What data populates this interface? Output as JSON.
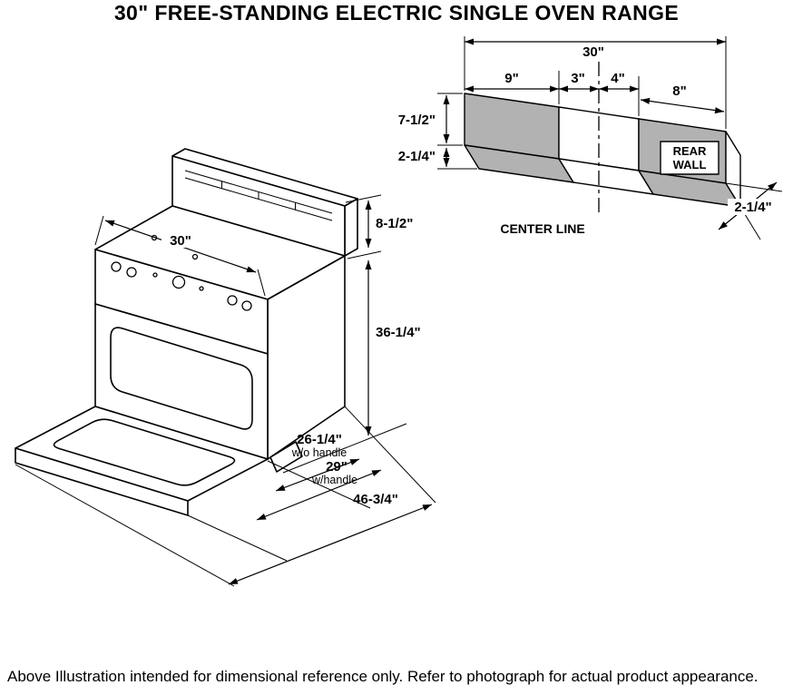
{
  "title": "30\" FREE-STANDING ELECTRIC SINGLE OVEN RANGE",
  "footer": "Above Illustration intended for dimensional reference only. Refer to photograph for actual product appearance.",
  "range_view": {
    "dims": {
      "cooktop_width": "30\"",
      "backsplash_height": "8-1/2\"",
      "body_height": "36-1/4\"",
      "depth_no_handle": "26-1/4\"",
      "depth_no_handle_note": "w/o handle",
      "depth_handle": "29\"",
      "depth_handle_note": "w/handle",
      "depth_open": "46-3/4\""
    }
  },
  "wall_view": {
    "labels": {
      "rear_wall_line1": "REAR",
      "rear_wall_line2": "WALL",
      "center_line": "CENTER LINE"
    },
    "dims": {
      "total_width": "30\"",
      "seg_left": "9\"",
      "seg_left_center": "3\"",
      "seg_right_center": "4\"",
      "seg_right": "8\"",
      "band_height": "7-1/2\"",
      "band_depth_left": "2-1/4\"",
      "band_depth_right": "2-1/4\""
    },
    "colors": {
      "shaded": "#b2b2b2"
    }
  }
}
